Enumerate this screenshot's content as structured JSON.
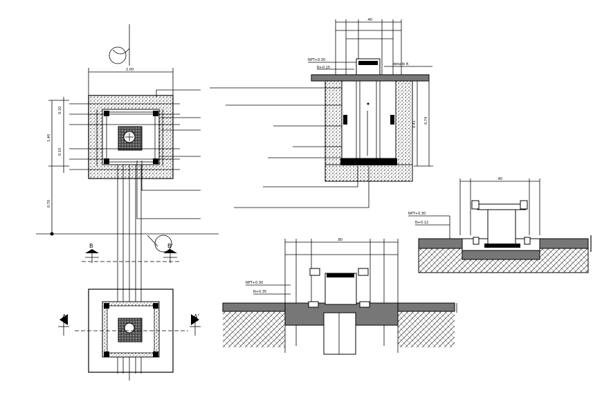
{
  "sections": {
    "b_left": "B",
    "b_right": "B'",
    "a_left": "A",
    "a_right": "A'"
  },
  "labels": {
    "npt_1": "NPT+0.30",
    "nn_1": "N+0.15",
    "detail_1": "detalle A",
    "npt_2": "NPT+0.30",
    "nn_2": "N+0.12",
    "npt_3": "NPT+0.30",
    "nn_3": "N+0.35"
  },
  "dimensions": {
    "top_width": "2.00",
    "side_1": "1.40",
    "side_2": "0.70",
    "right_1": "0.41",
    "right_2": "0.74"
  }
}
